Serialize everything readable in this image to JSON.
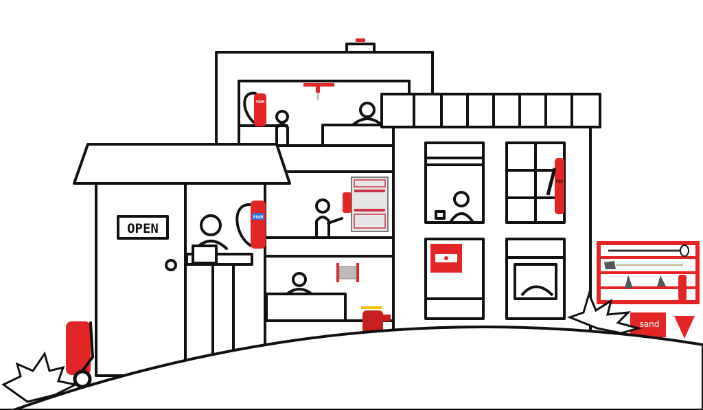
{
  "scene": {
    "open_sign": "OPEN",
    "foam_label_top": "FOAM",
    "foam_label_shop": "FOAM",
    "co2_label": "CO2",
    "sand_label": "sand"
  },
  "colors": {
    "accent": "#e32526",
    "ink": "#111111",
    "panel_gray": "#d9d9d9"
  }
}
